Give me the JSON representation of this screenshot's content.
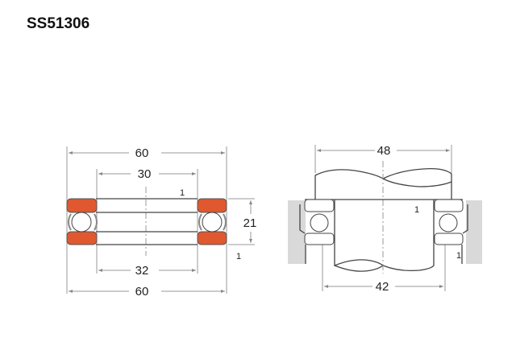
{
  "title": "SS51306",
  "left_view": {
    "outer_diameter_top": "60",
    "inner_diameter_top": "30",
    "chamfer_top": "1",
    "height": "21",
    "chamfer_bottom": "1",
    "inner_diameter_bottom": "32",
    "outer_diameter_bottom": "60"
  },
  "right_view": {
    "shaft_abutment_diameter": "48",
    "chamfer_shaft": "1",
    "chamfer_housing": "1",
    "housing_abutment_diameter": "42"
  },
  "colors": {
    "washer": "#e0582f",
    "housing": "#d9d9d9"
  }
}
